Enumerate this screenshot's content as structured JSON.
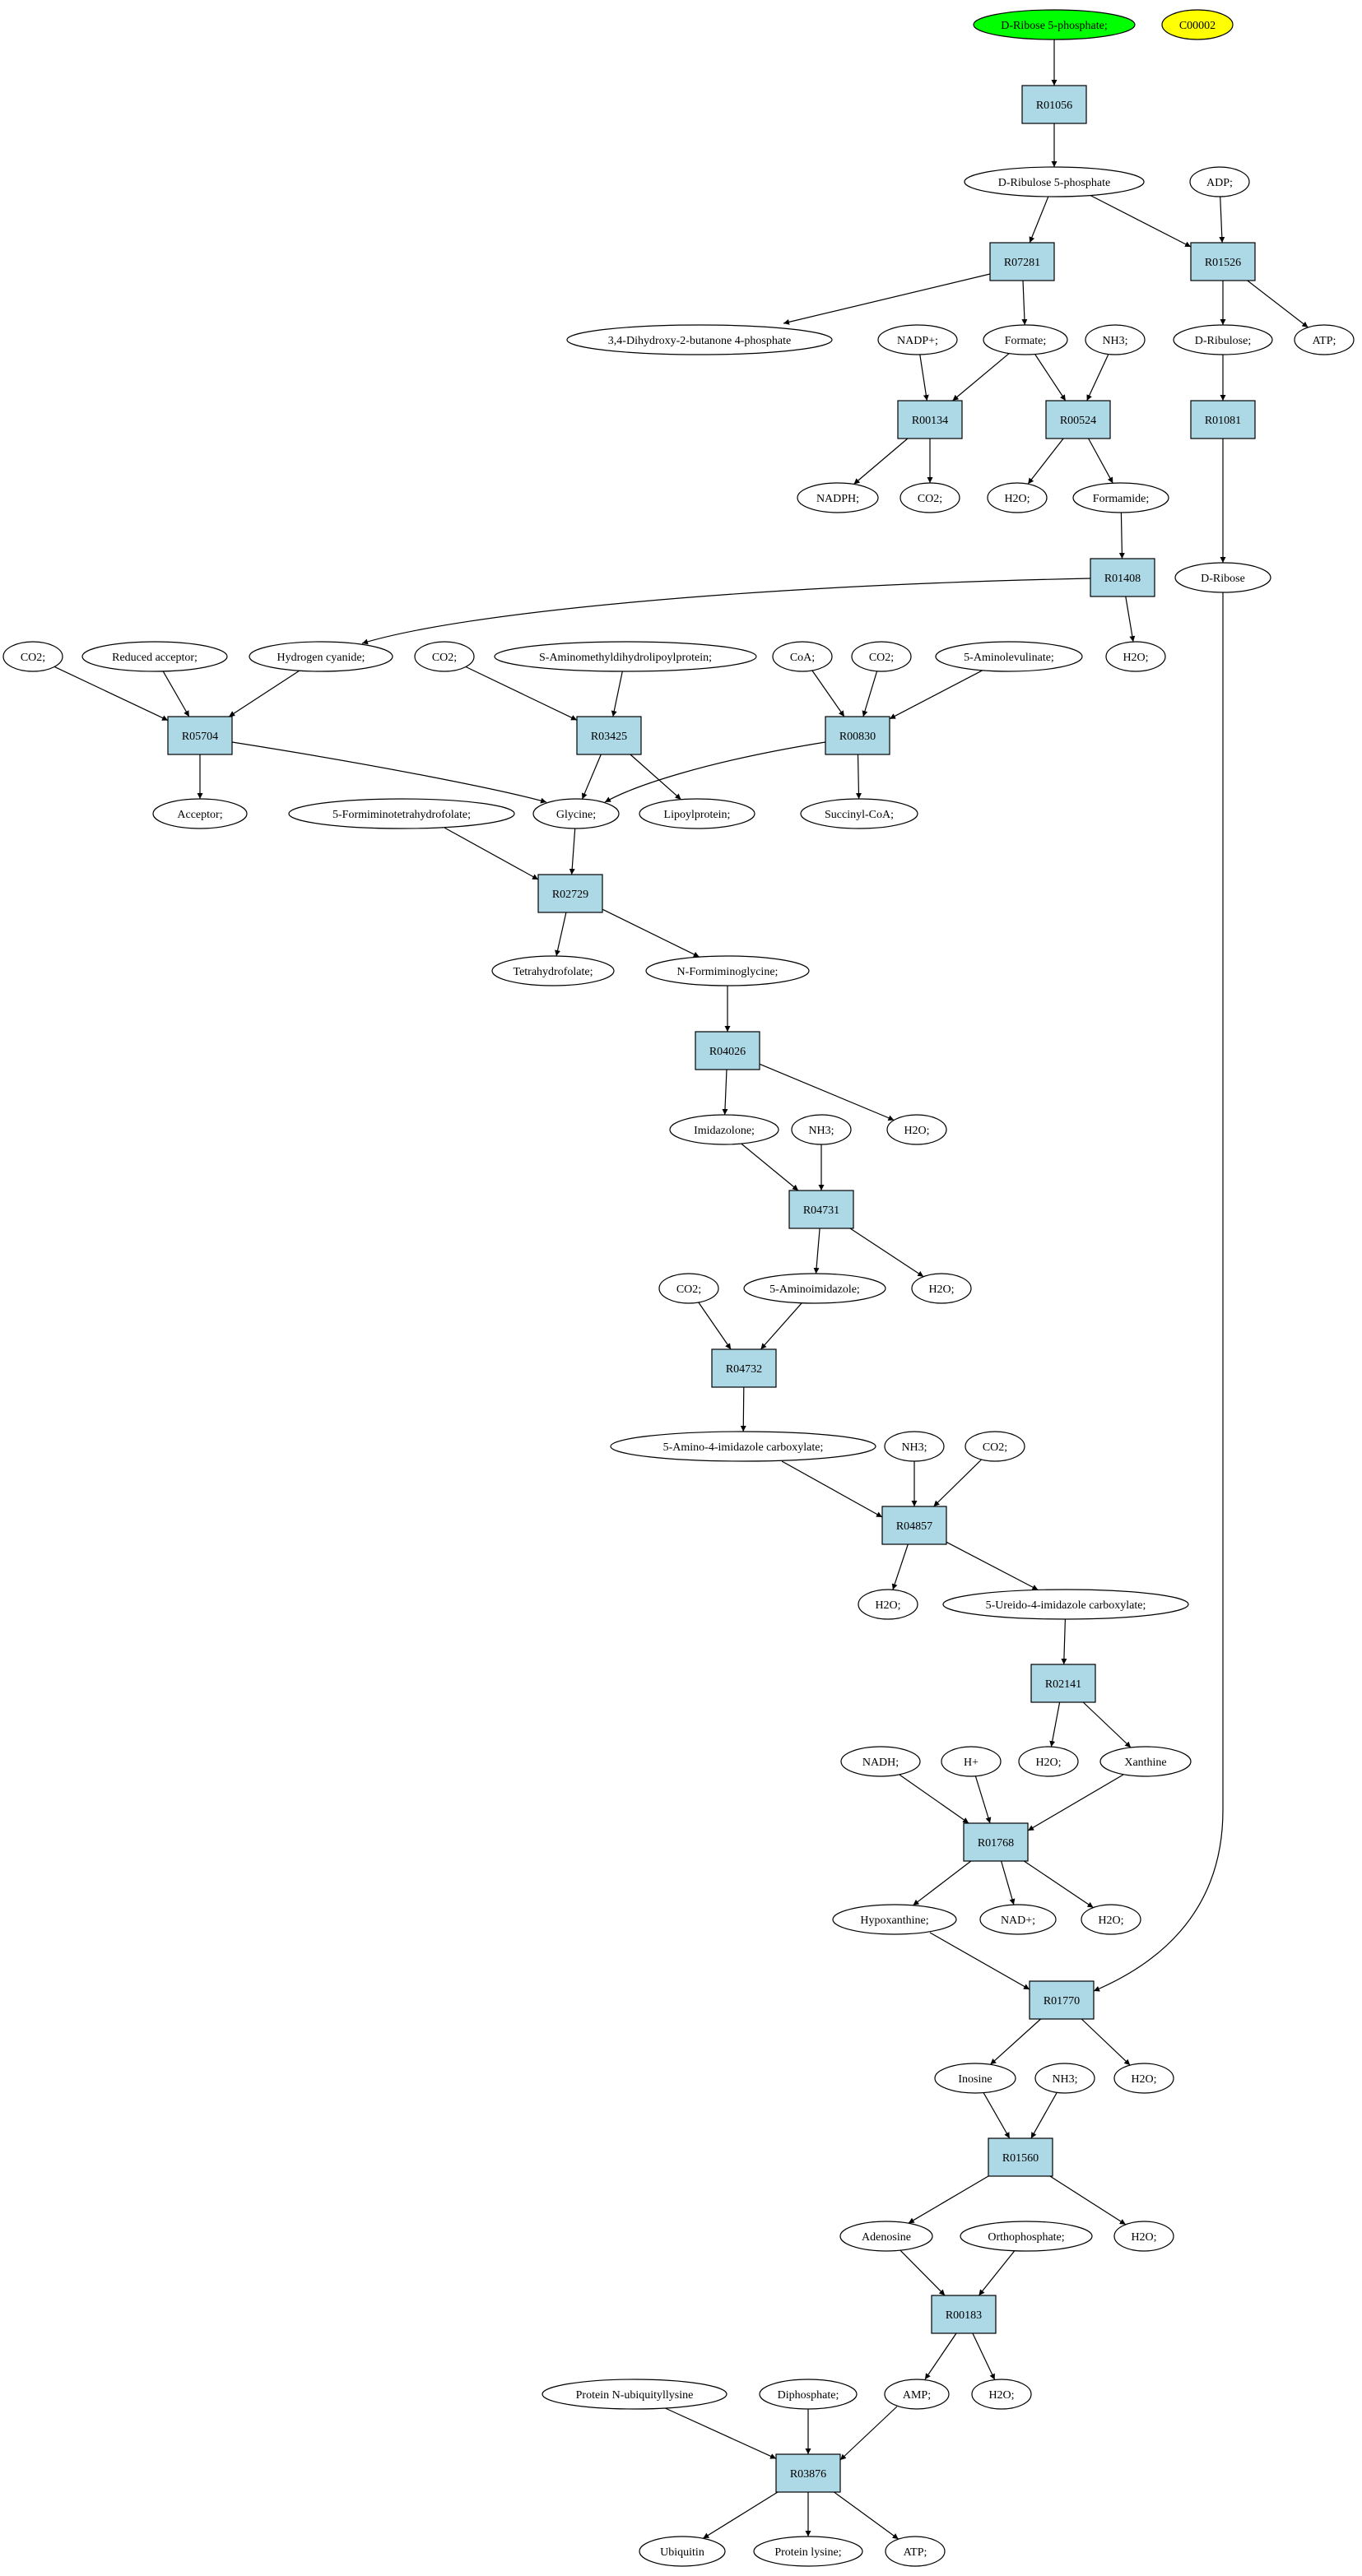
{
  "colors": {
    "reaction_fill": "#add8e6",
    "start_fill": "#00ff00",
    "highlight_fill": "#ffff00",
    "compound_fill": "#ffffff",
    "stroke": "#000000"
  },
  "nodes": [
    {
      "id": "n_start",
      "label": "D-Ribose 5-phosphate;",
      "kind": "start"
    },
    {
      "id": "n_c00002",
      "label": "C00002",
      "kind": "highlight"
    },
    {
      "id": "r_R01056",
      "label": "R01056",
      "kind": "reaction"
    },
    {
      "id": "n_d_ribulose5p",
      "label": "D-Ribulose 5-phosphate",
      "kind": "compound"
    },
    {
      "id": "n_adp",
      "label": "ADP;",
      "kind": "compound"
    },
    {
      "id": "r_R07281",
      "label": "R07281",
      "kind": "reaction"
    },
    {
      "id": "r_R01526",
      "label": "R01526",
      "kind": "reaction"
    },
    {
      "id": "n_dihydroxy",
      "label": "3,4-Dihydroxy-2-butanone 4-phosphate",
      "kind": "compound"
    },
    {
      "id": "n_nadpplus",
      "label": "NADP+;",
      "kind": "compound"
    },
    {
      "id": "n_formate",
      "label": "Formate;",
      "kind": "compound"
    },
    {
      "id": "n_nh3_1",
      "label": "NH3;",
      "kind": "compound"
    },
    {
      "id": "n_d_ribulose",
      "label": "D-Ribulose;",
      "kind": "compound"
    },
    {
      "id": "n_atp_1",
      "label": "ATP;",
      "kind": "compound"
    },
    {
      "id": "r_R00134",
      "label": "R00134",
      "kind": "reaction"
    },
    {
      "id": "r_R00524",
      "label": "R00524",
      "kind": "reaction"
    },
    {
      "id": "r_R01081",
      "label": "R01081",
      "kind": "reaction"
    },
    {
      "id": "n_nadph",
      "label": "NADPH;",
      "kind": "compound"
    },
    {
      "id": "n_co2_1",
      "label": "CO2;",
      "kind": "compound"
    },
    {
      "id": "n_h2o_1",
      "label": "H2O;",
      "kind": "compound"
    },
    {
      "id": "n_formamide",
      "label": "Formamide;",
      "kind": "compound"
    },
    {
      "id": "r_R01408",
      "label": "R01408",
      "kind": "reaction"
    },
    {
      "id": "n_d_ribose",
      "label": "D-Ribose",
      "kind": "compound"
    },
    {
      "id": "n_co2_2",
      "label": "CO2;",
      "kind": "compound"
    },
    {
      "id": "n_reduced_acceptor",
      "label": "Reduced acceptor;",
      "kind": "compound"
    },
    {
      "id": "n_hcn",
      "label": "Hydrogen cyanide;",
      "kind": "compound"
    },
    {
      "id": "n_co2_3",
      "label": "CO2;",
      "kind": "compound"
    },
    {
      "id": "n_s_amino",
      "label": "S-Aminomethyldihydrolipoylprotein;",
      "kind": "compound"
    },
    {
      "id": "n_coa",
      "label": "CoA;",
      "kind": "compound"
    },
    {
      "id": "n_co2_4",
      "label": "CO2;",
      "kind": "compound"
    },
    {
      "id": "n_aminolevulinate",
      "label": "5-Aminolevulinate;",
      "kind": "compound"
    },
    {
      "id": "n_h2o_2",
      "label": "H2O;",
      "kind": "compound"
    },
    {
      "id": "r_R05704",
      "label": "R05704",
      "kind": "reaction"
    },
    {
      "id": "r_R03425",
      "label": "R03425",
      "kind": "reaction"
    },
    {
      "id": "r_R00830",
      "label": "R00830",
      "kind": "reaction"
    },
    {
      "id": "n_acceptor",
      "label": "Acceptor;",
      "kind": "compound"
    },
    {
      "id": "n_forminotetra",
      "label": "5-Formiminotetrahydrofolate;",
      "kind": "compound"
    },
    {
      "id": "n_glycine",
      "label": "Glycine;",
      "kind": "compound"
    },
    {
      "id": "n_lipoylprotein",
      "label": "Lipoylprotein;",
      "kind": "compound"
    },
    {
      "id": "n_succinyl",
      "label": "Succinyl-CoA;",
      "kind": "compound"
    },
    {
      "id": "r_R02729",
      "label": "R02729",
      "kind": "reaction"
    },
    {
      "id": "n_thf",
      "label": "Tetrahydrofolate;",
      "kind": "compound"
    },
    {
      "id": "n_nformimino",
      "label": "N-Formiminoglycine;",
      "kind": "compound"
    },
    {
      "id": "r_R04026",
      "label": "R04026",
      "kind": "reaction"
    },
    {
      "id": "n_imidazolone",
      "label": "Imidazolone;",
      "kind": "compound"
    },
    {
      "id": "n_nh3_2",
      "label": "NH3;",
      "kind": "compound"
    },
    {
      "id": "n_h2o_3",
      "label": "H2O;",
      "kind": "compound"
    },
    {
      "id": "r_R04731",
      "label": "R04731",
      "kind": "reaction"
    },
    {
      "id": "n_co2_5",
      "label": "CO2;",
      "kind": "compound"
    },
    {
      "id": "n_aminoimidazole",
      "label": "5-Aminoimidazole;",
      "kind": "compound"
    },
    {
      "id": "n_h2o_4",
      "label": "H2O;",
      "kind": "compound"
    },
    {
      "id": "r_R04732",
      "label": "R04732",
      "kind": "reaction"
    },
    {
      "id": "n_aica",
      "label": "5-Amino-4-imidazole carboxylate;",
      "kind": "compound"
    },
    {
      "id": "n_nh3_3",
      "label": "NH3;",
      "kind": "compound"
    },
    {
      "id": "n_co2_6",
      "label": "CO2;",
      "kind": "compound"
    },
    {
      "id": "r_R04857",
      "label": "R04857",
      "kind": "reaction"
    },
    {
      "id": "n_h2o_5",
      "label": "H2O;",
      "kind": "compound"
    },
    {
      "id": "n_ureido",
      "label": "5-Ureido-4-imidazole carboxylate;",
      "kind": "compound"
    },
    {
      "id": "r_R02141",
      "label": "R02141",
      "kind": "reaction"
    },
    {
      "id": "n_nadh",
      "label": "NADH;",
      "kind": "compound"
    },
    {
      "id": "n_hplus",
      "label": "H+",
      "kind": "compound"
    },
    {
      "id": "n_h2o_6",
      "label": "H2O;",
      "kind": "compound"
    },
    {
      "id": "n_xanthine",
      "label": "Xanthine",
      "kind": "compound"
    },
    {
      "id": "r_R01768",
      "label": "R01768",
      "kind": "reaction"
    },
    {
      "id": "n_hypoxanthine",
      "label": "Hypoxanthine;",
      "kind": "compound"
    },
    {
      "id": "n_nadplus",
      "label": "NAD+;",
      "kind": "compound"
    },
    {
      "id": "n_h2o_7",
      "label": "H2O;",
      "kind": "compound"
    },
    {
      "id": "r_R01770",
      "label": "R01770",
      "kind": "reaction"
    },
    {
      "id": "n_inosine",
      "label": "Inosine",
      "kind": "compound"
    },
    {
      "id": "n_nh3_4",
      "label": "NH3;",
      "kind": "compound"
    },
    {
      "id": "n_h2o_8",
      "label": "H2O;",
      "kind": "compound"
    },
    {
      "id": "r_R01560",
      "label": "R01560",
      "kind": "reaction"
    },
    {
      "id": "n_adenosine",
      "label": "Adenosine",
      "kind": "compound"
    },
    {
      "id": "n_orthophosphate",
      "label": "Orthophosphate;",
      "kind": "compound"
    },
    {
      "id": "n_h2o_9",
      "label": "H2O;",
      "kind": "compound"
    },
    {
      "id": "r_R00183",
      "label": "R00183",
      "kind": "reaction"
    },
    {
      "id": "n_protein_nubq",
      "label": "Protein N-ubiquityllysine",
      "kind": "compound"
    },
    {
      "id": "n_diphosphate",
      "label": "Diphosphate;",
      "kind": "compound"
    },
    {
      "id": "n_amp",
      "label": "AMP;",
      "kind": "compound"
    },
    {
      "id": "n_h2o_10",
      "label": "H2O;",
      "kind": "compound"
    },
    {
      "id": "r_R03876",
      "label": "R03876",
      "kind": "reaction"
    },
    {
      "id": "n_ubiquitin",
      "label": "Ubiquitin",
      "kind": "compound"
    },
    {
      "id": "n_protein_lysine",
      "label": "Protein lysine;",
      "kind": "compound"
    },
    {
      "id": "n_atp_2",
      "label": "ATP;",
      "kind": "compound"
    }
  ],
  "edges": [
    [
      "n_start",
      "r_R01056"
    ],
    [
      "r_R01056",
      "n_d_ribulose5p"
    ],
    [
      "n_d_ribulose5p",
      "r_R07281"
    ],
    [
      "n_d_ribulose5p",
      "r_R01526"
    ],
    [
      "n_adp",
      "r_R01526"
    ],
    [
      "r_R07281",
      "n_dihydroxy"
    ],
    [
      "r_R07281",
      "n_formate"
    ],
    [
      "r_R01526",
      "n_d_ribulose"
    ],
    [
      "r_R01526",
      "n_atp_1"
    ],
    [
      "n_nadpplus",
      "r_R00134"
    ],
    [
      "n_formate",
      "r_R00134"
    ],
    [
      "n_formate",
      "r_R00524"
    ],
    [
      "n_nh3_1",
      "r_R00524"
    ],
    [
      "n_d_ribulose",
      "r_R01081"
    ],
    [
      "r_R00134",
      "n_nadph"
    ],
    [
      "r_R00134",
      "n_co2_1"
    ],
    [
      "r_R00524",
      "n_h2o_1"
    ],
    [
      "r_R00524",
      "n_formamide"
    ],
    [
      "r_R01081",
      "n_d_ribose"
    ],
    [
      "n_formamide",
      "r_R01408"
    ],
    [
      "r_R01408",
      "n_hcn"
    ],
    [
      "r_R01408",
      "n_h2o_2"
    ],
    [
      "n_co2_2",
      "r_R05704"
    ],
    [
      "n_reduced_acceptor",
      "r_R05704"
    ],
    [
      "n_hcn",
      "r_R05704"
    ],
    [
      "n_co2_3",
      "r_R03425"
    ],
    [
      "n_s_amino",
      "r_R03425"
    ],
    [
      "n_coa",
      "r_R00830"
    ],
    [
      "n_co2_4",
      "r_R00830"
    ],
    [
      "n_aminolevulinate",
      "r_R00830"
    ],
    [
      "r_R05704",
      "n_acceptor"
    ],
    [
      "r_R05704",
      "n_glycine"
    ],
    [
      "r_R03425",
      "n_glycine"
    ],
    [
      "r_R03425",
      "n_lipoylprotein"
    ],
    [
      "r_R00830",
      "n_glycine"
    ],
    [
      "r_R00830",
      "n_succinyl"
    ],
    [
      "n_forminotetra",
      "r_R02729"
    ],
    [
      "n_glycine",
      "r_R02729"
    ],
    [
      "r_R02729",
      "n_thf"
    ],
    [
      "r_R02729",
      "n_nformimino"
    ],
    [
      "n_nformimino",
      "r_R04026"
    ],
    [
      "r_R04026",
      "n_imidazolone"
    ],
    [
      "r_R04026",
      "n_h2o_3"
    ],
    [
      "n_imidazolone",
      "r_R04731"
    ],
    [
      "n_nh3_2",
      "r_R04731"
    ],
    [
      "r_R04731",
      "n_aminoimidazole"
    ],
    [
      "r_R04731",
      "n_h2o_4"
    ],
    [
      "n_co2_5",
      "r_R04732"
    ],
    [
      "n_aminoimidazole",
      "r_R04732"
    ],
    [
      "r_R04732",
      "n_aica"
    ],
    [
      "n_aica",
      "r_R04857"
    ],
    [
      "n_nh3_3",
      "r_R04857"
    ],
    [
      "n_co2_6",
      "r_R04857"
    ],
    [
      "r_R04857",
      "n_h2o_5"
    ],
    [
      "r_R04857",
      "n_ureido"
    ],
    [
      "n_ureido",
      "r_R02141"
    ],
    [
      "r_R02141",
      "n_h2o_6"
    ],
    [
      "r_R02141",
      "n_xanthine"
    ],
    [
      "n_nadh",
      "r_R01768"
    ],
    [
      "n_hplus",
      "r_R01768"
    ],
    [
      "n_xanthine",
      "r_R01768"
    ],
    [
      "r_R01768",
      "n_hypoxanthine"
    ],
    [
      "r_R01768",
      "n_nadplus"
    ],
    [
      "r_R01768",
      "n_h2o_7"
    ],
    [
      "n_hypoxanthine",
      "r_R01770"
    ],
    [
      "n_d_ribose",
      "r_R01770"
    ],
    [
      "r_R01770",
      "n_inosine"
    ],
    [
      "r_R01770",
      "n_h2o_8"
    ],
    [
      "n_inosine",
      "r_R01560"
    ],
    [
      "n_nh3_4",
      "r_R01560"
    ],
    [
      "r_R01560",
      "n_adenosine"
    ],
    [
      "r_R01560",
      "n_h2o_9"
    ],
    [
      "n_adenosine",
      "r_R00183"
    ],
    [
      "n_orthophosphate",
      "r_R00183"
    ],
    [
      "r_R00183",
      "n_amp"
    ],
    [
      "r_R00183",
      "n_h2o_10"
    ],
    [
      "n_protein_nubq",
      "r_R03876"
    ],
    [
      "n_diphosphate",
      "r_R03876"
    ],
    [
      "n_amp",
      "r_R03876"
    ],
    [
      "r_R03876",
      "n_ubiquitin"
    ],
    [
      "r_R03876",
      "n_protein_lysine"
    ],
    [
      "r_R03876",
      "n_atp_2"
    ]
  ]
}
